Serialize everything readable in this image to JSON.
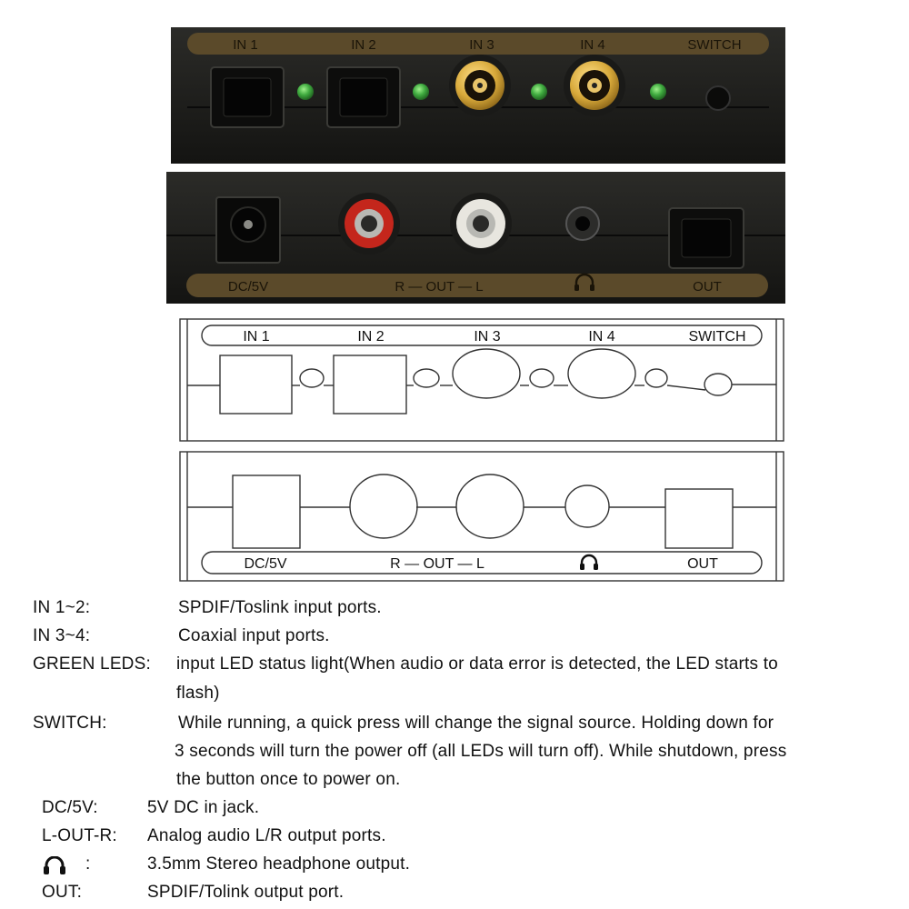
{
  "photo_front": {
    "labels": [
      "IN 1",
      "IN 2",
      "IN 3",
      "IN 4",
      "SWITCH"
    ]
  },
  "photo_back": {
    "labels": [
      "DC/5V",
      "R — OUT — L",
      "OUT"
    ]
  },
  "diagram_front": {
    "labels": [
      "IN 1",
      "IN 2",
      "IN 3",
      "IN 4",
      "SWITCH"
    ]
  },
  "diagram_back": {
    "labels": [
      "DC/5V",
      "R — OUT — L",
      "OUT"
    ]
  },
  "legend": [
    {
      "key": "IN 1~2:",
      "desc": "SPDIF/Toslink input ports."
    },
    {
      "key": "IN 3~4:",
      "desc": "Coaxial input ports."
    },
    {
      "key": "GREEN LEDS:",
      "desc": "input LED status light(When audio or data error is detected, the LED starts to",
      "desc2": "flash)"
    },
    {
      "key": "SWITCH:",
      "desc": "While running, a quick press will change the signal source. Holding down for",
      "desc2": "3 seconds will turn the power off (all LEDs will turn off). While shutdown, press",
      "desc3": "the button once to power on."
    },
    {
      "key": "DC/5V:",
      "desc": "5V DC in jack."
    },
    {
      "key": "L-OUT-R:",
      "desc": "Analog audio L/R output ports."
    },
    {
      "key": ":",
      "desc": "3.5mm Stereo headphone output."
    },
    {
      "key": "OUT:",
      "desc": "SPDIF/Tolink output port."
    }
  ],
  "icons": {
    "headphone": "headphone-icon"
  },
  "colors": {
    "body": "#1c1c1a",
    "strip": "#5b4a2a",
    "led": "#3faa3f",
    "gold": "#d8a93a",
    "red": "#c4261c"
  }
}
